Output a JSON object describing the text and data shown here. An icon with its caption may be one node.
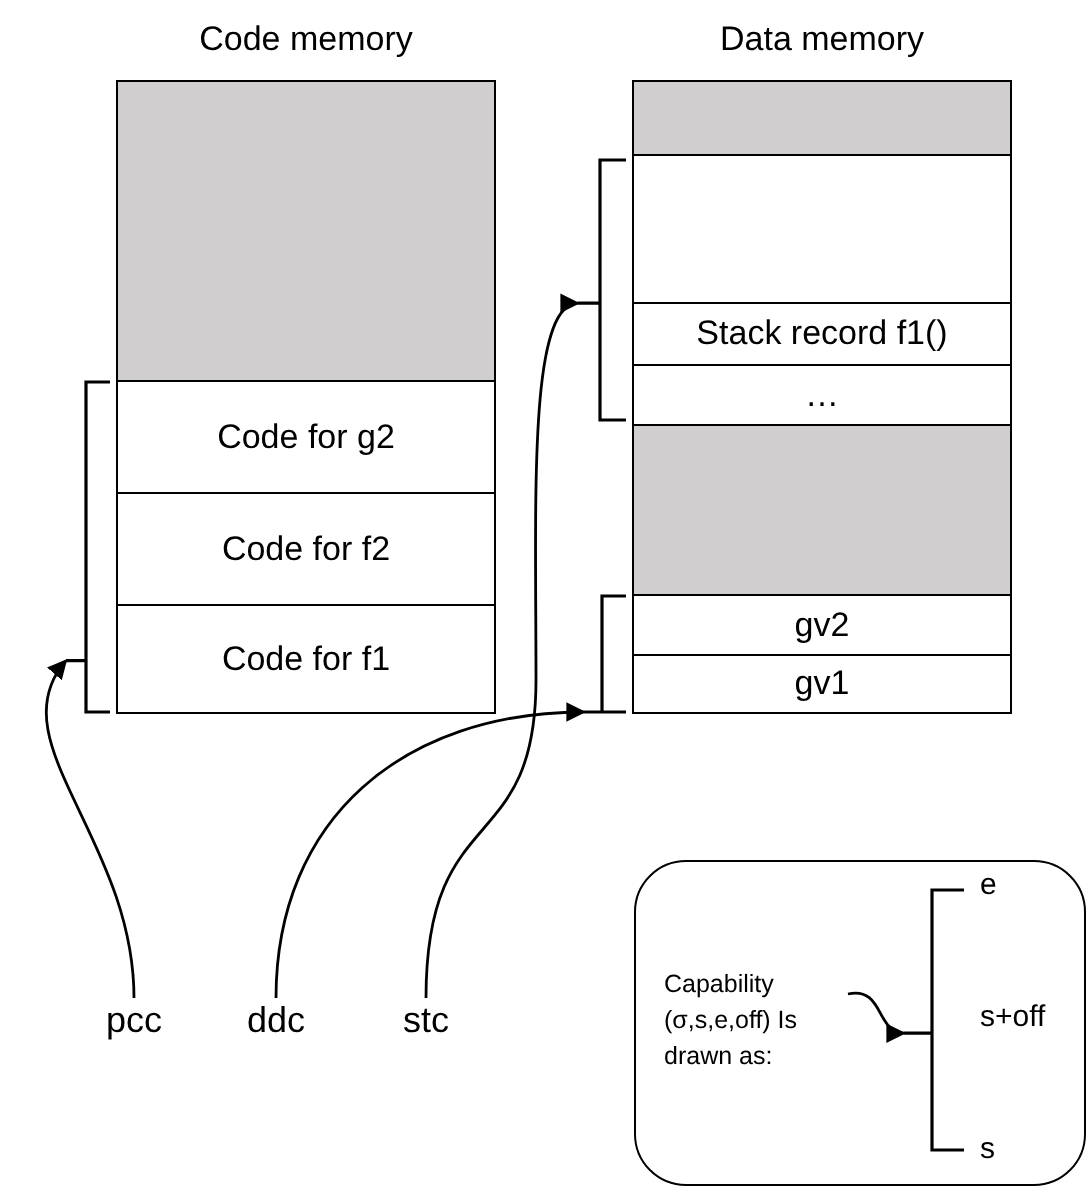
{
  "diagram": {
    "nodes": [
      {
        "text": [
          "Code memory"
        ]
      },
      {
        "text": [],
        "shape": "box",
        "in": 0
      },
      {
        "text": [
          "Code for g2"
        ],
        "in": 0
      },
      {
        "text": [
          "Code for f2"
        ],
        "in": 0
      },
      {
        "text": [
          "Code for f1"
        ],
        "in": 0
      },
      {
        "text": [
          "Data memory"
        ]
      },
      {
        "text": [],
        "shape": "box",
        "in": 5
      },
      {
        "text": [],
        "shape": "box",
        "in": 5
      },
      {
        "text": [
          "Stack record f1()"
        ],
        "in": 5
      },
      {
        "text": [
          "…"
        ],
        "in": 5
      },
      {
        "text": [],
        "shape": "box",
        "in": 5
      },
      {
        "text": [
          "gv2"
        ],
        "in": 5
      },
      {
        "text": [
          "gv1"
        ],
        "in": 5
      },
      {
        "text": [
          "pcc"
        ]
      },
      {
        "text": [
          "ddc"
        ]
      },
      {
        "text": [
          "stc"
        ]
      },
      {
        "text": [],
        "shape": "box"
      },
      {
        "text": [
          "Capability (σ,s,e,off) Is drawn as:"
        ],
        "in": 16
      },
      {
        "text": [],
        "shape": "bracket"
      },
      {
        "text": [],
        "shape": "bracket"
      },
      {
        "text": [],
        "shape": "bracket"
      },
      {
        "text": [],
        "shape": "bracket",
        "in": 16,
        "beside": [
          "e",
          "s+off",
          "s"
        ]
      }
    ],
    "edges": [
      {
        "from": 13,
        "to": 18,
        "arrow": "to"
      },
      {
        "from": 14,
        "to": 20,
        "arrow": "to"
      },
      {
        "from": 15,
        "to": 19,
        "arrow": "to"
      },
      {
        "from": 17,
        "to": 21,
        "arrow": "to"
      }
    ]
  }
}
